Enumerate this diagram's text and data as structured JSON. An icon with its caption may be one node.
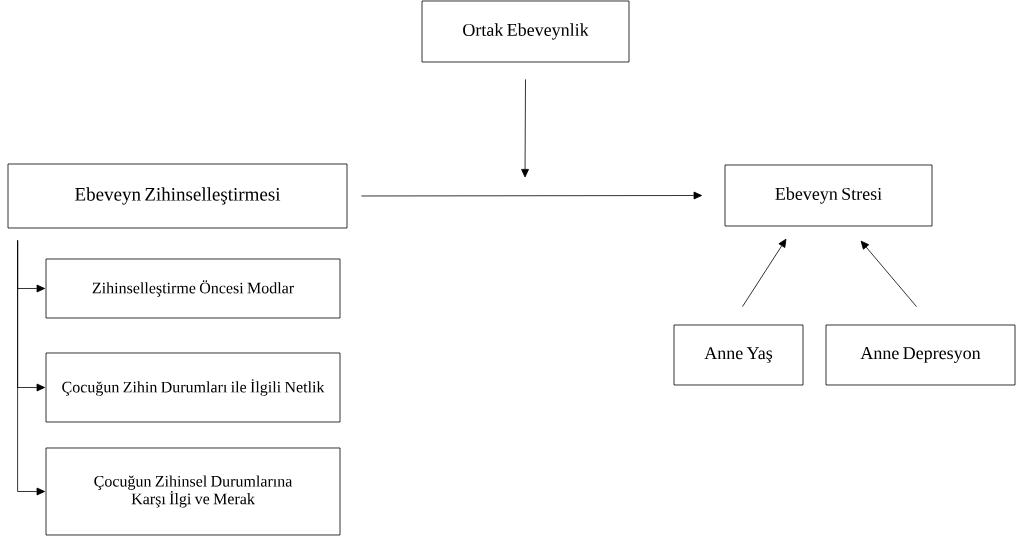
{
  "diagram": {
    "nodes": [
      {
        "text": [
          "Ortak Ebeveynlik"
        ]
      },
      {
        "text": [
          "Ebeveyn Zihinselleştirmesi"
        ]
      },
      {
        "text": [
          "Ebeveyn Stresi"
        ]
      },
      {
        "text": [
          "Zihinselleştirme Öncesi Modlar"
        ]
      },
      {
        "text": [
          "Çocuğun Zihin Durumları ile İlgili Netlik"
        ]
      },
      {
        "text": [
          "Çocuğun Zihinsel Durumlarına Karşı İlgi ve Merak"
        ]
      },
      {
        "text": [
          "Anne Yaş"
        ]
      },
      {
        "text": [
          "Anne Depresyon"
        ]
      }
    ],
    "edges": [
      {
        "from": 0,
        "to": null,
        "arrow": "to"
      },
      {
        "from": 1,
        "to": 2,
        "arrow": "to"
      },
      {
        "from": 1,
        "to": 3,
        "arrow": "to"
      },
      {
        "from": 1,
        "to": 4,
        "arrow": "to"
      },
      {
        "from": 1,
        "to": 5,
        "arrow": "to"
      },
      {
        "from": 6,
        "to": 2,
        "arrow": "to"
      },
      {
        "from": 7,
        "to": 2,
        "arrow": "to"
      }
    ]
  }
}
